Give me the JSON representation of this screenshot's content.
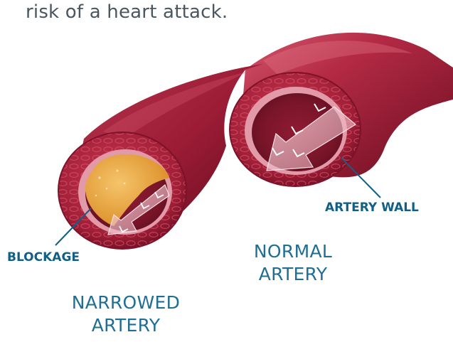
{
  "intro_text": "risk of a heart attack.",
  "labels": {
    "artery_wall": "ARTERY WALL",
    "blockage": "BLOCKAGE",
    "normal_line1": "NORMAL",
    "normal_line2": "ARTERY",
    "narrowed_line1": "NARROWED",
    "narrowed_line2": "ARTERY"
  },
  "colors": {
    "artery_dark": "#6e0f23",
    "artery_mid": "#a3203a",
    "artery_light": "#c93a55",
    "wall_ring": "#b52843",
    "lumen": "#e4b2bc",
    "plaque": "#e8a23a",
    "callout_text": "#125f86",
    "label_text": "#1f6e95",
    "intro_text": "#4a5660"
  }
}
